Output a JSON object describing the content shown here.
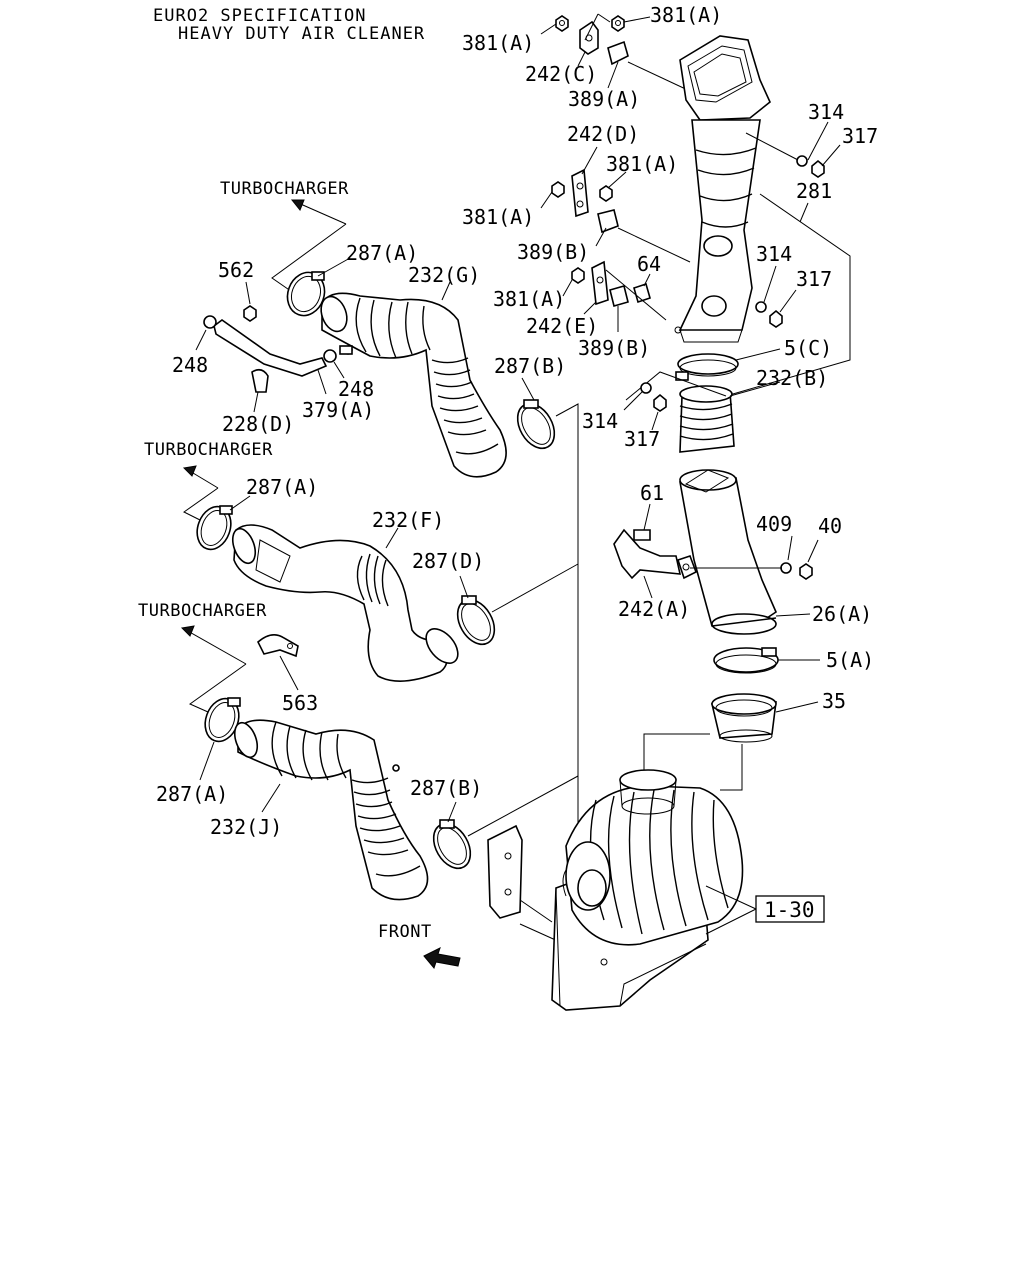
{
  "title": {
    "line1": "EURO2 SPECIFICATION",
    "line2": "HEAVY DUTY AIR CLEANER"
  },
  "directions": {
    "turbo_1": "TURBOCHARGER",
    "turbo_2": "TURBOCHARGER",
    "turbo_3": "TURBOCHARGER",
    "front": "FRONT"
  },
  "reference_box": "1-30",
  "callouts": {
    "c381a_1": "381(A)",
    "c381a_2": "381(A)",
    "c242c": "242(C)",
    "c389a": "389(A)",
    "c314_1": "314",
    "c317_1": "317",
    "c281": "281",
    "c242d": "242(D)",
    "c381a_3": "381(A)",
    "c381a_4": "381(A)",
    "c389b_1": "389(B)",
    "c314_2": "314",
    "c317_2": "317",
    "c64": "64",
    "c381a_5": "381(A)",
    "c242e": "242(E)",
    "c389b_2": "389(B)",
    "c5c": "5(C)",
    "c232b": "232(B)",
    "c314_3": "314",
    "c317_3": "317",
    "c287a_1": "287(A)",
    "c562": "562",
    "c232g": "232(G)",
    "c248_1": "248",
    "c248_2": "248",
    "c287b_1": "287(B)",
    "c228d": "228(D)",
    "c379a": "379(A)",
    "c287a_2": "287(A)",
    "c232f": "232(F)",
    "c287d": "287(D)",
    "c61": "61",
    "c409": "409",
    "c40": "40",
    "c242a": "242(A)",
    "c26a": "26(A)",
    "c5a": "5(A)",
    "c35": "35",
    "c563": "563",
    "c287a_3": "287(A)",
    "c232j": "232(J)",
    "c287b_2": "287(B)"
  }
}
